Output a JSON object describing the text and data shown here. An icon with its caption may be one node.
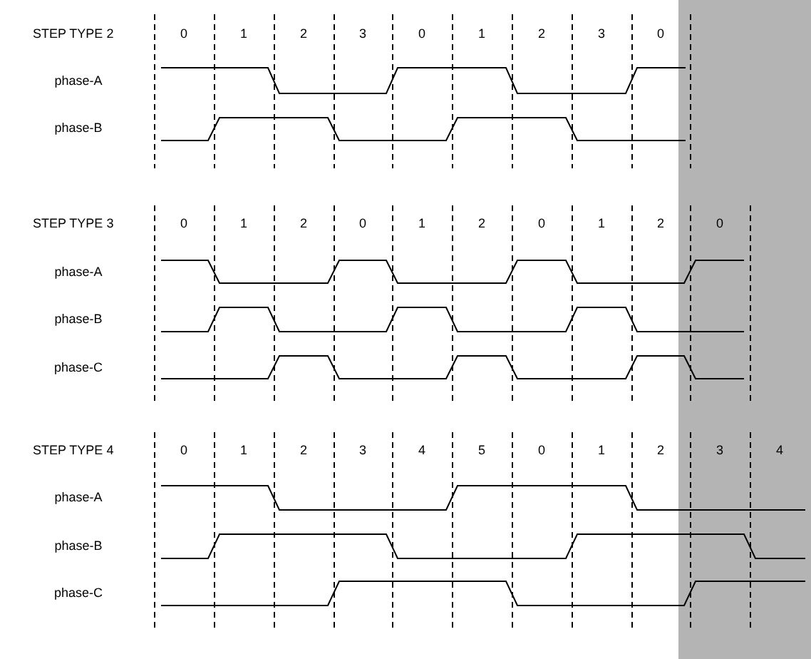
{
  "diagram": {
    "labels": [
      "STEP TYPE 2",
      "0",
      "1",
      "2",
      "3",
      "0",
      "1",
      "2",
      "3",
      "0",
      "phase-A",
      "phase-B",
      "STEP TYPE 3",
      "0",
      "1",
      "2",
      "0",
      "1",
      "2",
      "0",
      "1",
      "2",
      "0",
      "phase-A",
      "phase-B",
      "phase-C",
      "STEP TYPE 4",
      "0",
      "1",
      "2",
      "3",
      "4",
      "5",
      "0",
      "1",
      "2",
      "3",
      "4",
      "phase-A",
      "phase-B",
      "phase-C"
    ]
  }
}
